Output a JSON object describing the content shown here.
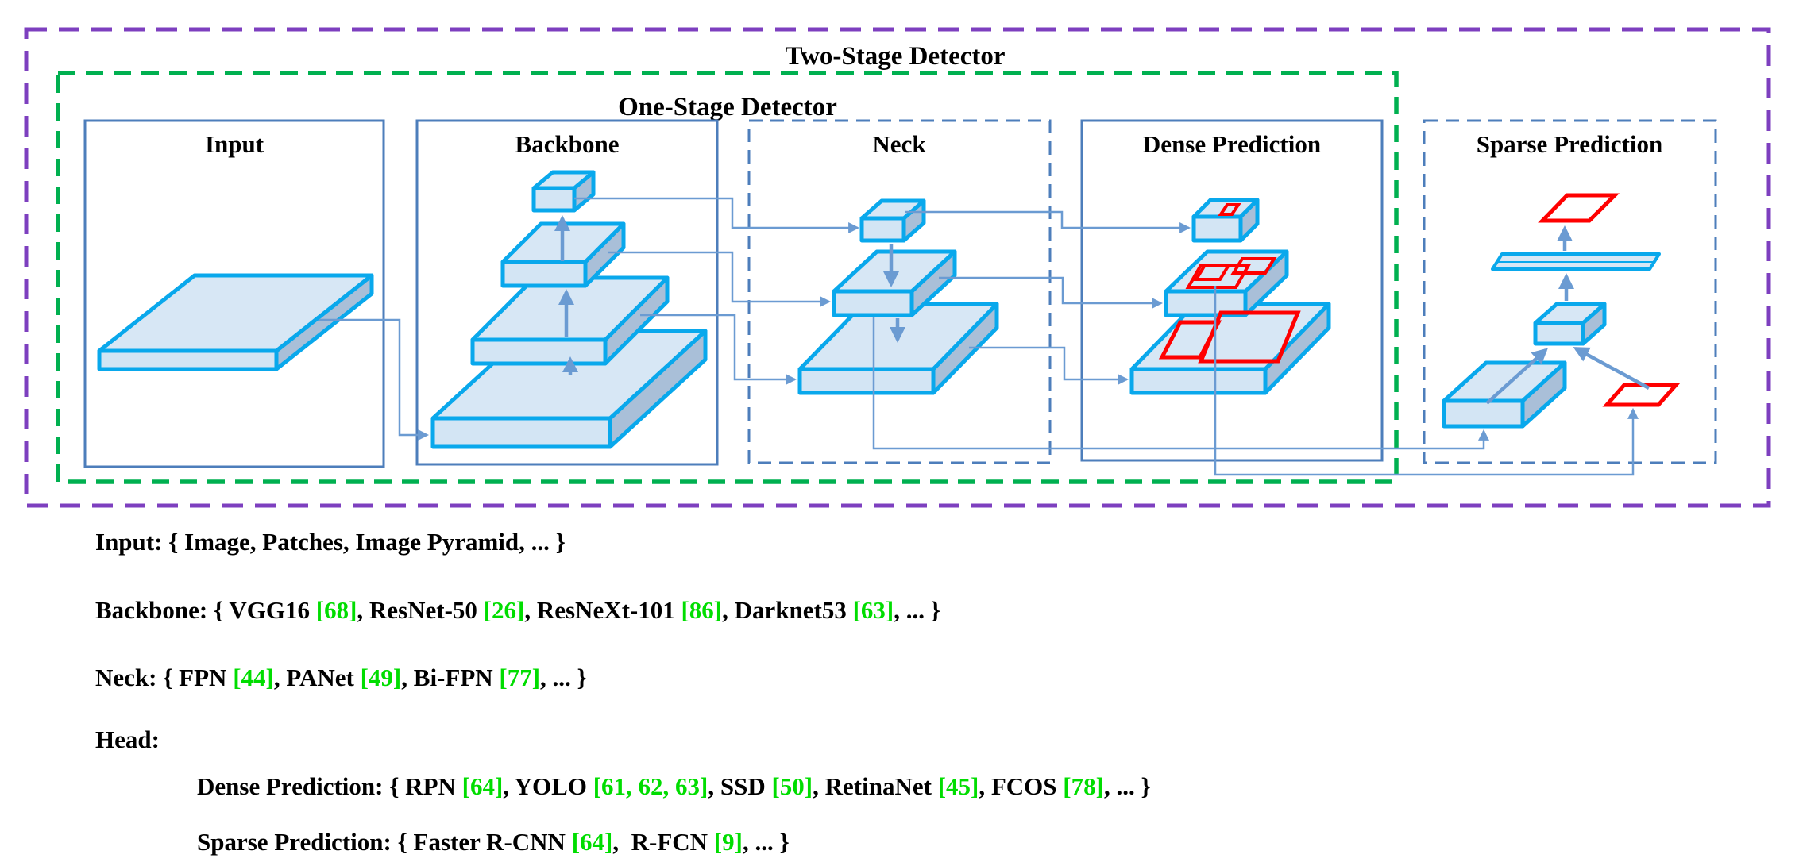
{
  "figure": {
    "two_stage_label": "Two-Stage Detector",
    "one_stage_label": "One-Stage Detector",
    "stage_boxes": [
      {
        "id": "input",
        "label": "Input"
      },
      {
        "id": "backbone",
        "label": "Backbone"
      },
      {
        "id": "neck",
        "label": "Neck"
      },
      {
        "id": "dense",
        "label": "Dense Prediction"
      },
      {
        "id": "sparse",
        "label": "Sparse Prediction"
      }
    ]
  },
  "colors": {
    "two_stage_border": "#7D3FBF",
    "one_stage_border": "#00B050",
    "box_border": "#4D7EBB",
    "connector": "#6B9BD2",
    "slab_stroke": "#09A8EC",
    "slab_top": "#D7E7F5",
    "slab_front": "#D3E5F4",
    "slab_side": "#A9BFD8",
    "annotation_red": "#FF0000",
    "citation_green": "#00DD00",
    "text": "#000000"
  },
  "captions": [
    {
      "id": "input-line",
      "segments": [
        {
          "t": "Input: { Image, Patches, Image Pyramid, ... }"
        }
      ]
    },
    {
      "id": "backbone-line",
      "segments": [
        {
          "t": "Backbone: { VGG16 "
        },
        {
          "t": "[68]",
          "green": true
        },
        {
          "t": ", ResNet-50 "
        },
        {
          "t": "[26]",
          "green": true
        },
        {
          "t": ", ResNeXt-101 "
        },
        {
          "t": "[86]",
          "green": true
        },
        {
          "t": ", Darknet53 "
        },
        {
          "t": "[63]",
          "green": true
        },
        {
          "t": ", ... }"
        }
      ]
    },
    {
      "id": "neck-line",
      "segments": [
        {
          "t": "Neck: { FPN "
        },
        {
          "t": "[44]",
          "green": true
        },
        {
          "t": ", PANet "
        },
        {
          "t": "[49]",
          "green": true
        },
        {
          "t": ", Bi-FPN "
        },
        {
          "t": "[77]",
          "green": true
        },
        {
          "t": ", ... }"
        }
      ]
    },
    {
      "id": "head-line",
      "segments": [
        {
          "t": "Head:"
        }
      ]
    },
    {
      "id": "dense-line",
      "segments": [
        {
          "t": "Dense Prediction: { RPN "
        },
        {
          "t": "[64]",
          "green": true
        },
        {
          "t": ", YOLO "
        },
        {
          "t": "[61, 62, 63]",
          "green": true
        },
        {
          "t": ", SSD "
        },
        {
          "t": "[50]",
          "green": true
        },
        {
          "t": ", RetinaNet "
        },
        {
          "t": "[45]",
          "green": true
        },
        {
          "t": ", FCOS "
        },
        {
          "t": "[78]",
          "green": true
        },
        {
          "t": ", ... }"
        }
      ]
    },
    {
      "id": "sparse-line",
      "segments": [
        {
          "t": "Sparse Prediction: { Faster R-CNN "
        },
        {
          "t": "[64]",
          "green": true
        },
        {
          "t": ",  R-FCN "
        },
        {
          "t": "[9]",
          "green": true
        },
        {
          "t": ", ... }"
        }
      ]
    }
  ]
}
